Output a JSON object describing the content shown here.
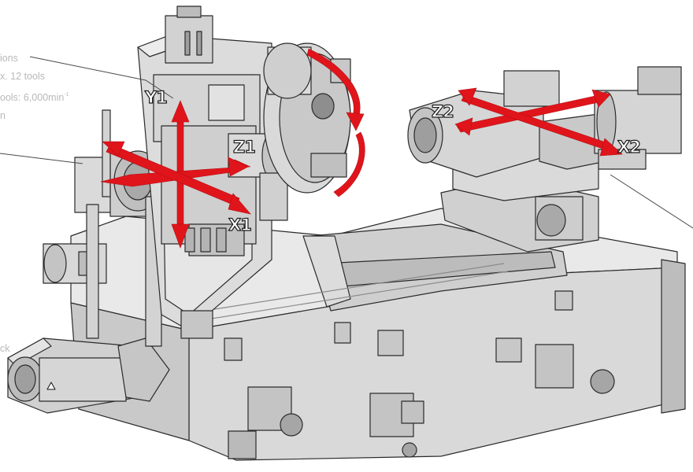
{
  "callouts": {
    "turret_line_1": "ions",
    "turret_line_2": "x. 12 tools",
    "turret_line_3_prefix": "ools: 6,000min",
    "turret_line_3_sup": "-1",
    "turret_line_4": "n",
    "left_bottom_fragment": "ck"
  },
  "axes": {
    "y1": "Y1",
    "z1": "Z1",
    "x1": "X1",
    "z2": "Z2",
    "x2": "X2"
  },
  "colors": {
    "arrow_red": "#e0151b",
    "machine_light": "#ededed",
    "machine_mid": "#d2d2d2",
    "machine_dark": "#a9a9a9",
    "outline": "#2b2b2b",
    "callout_text": "#b9b9b9"
  }
}
